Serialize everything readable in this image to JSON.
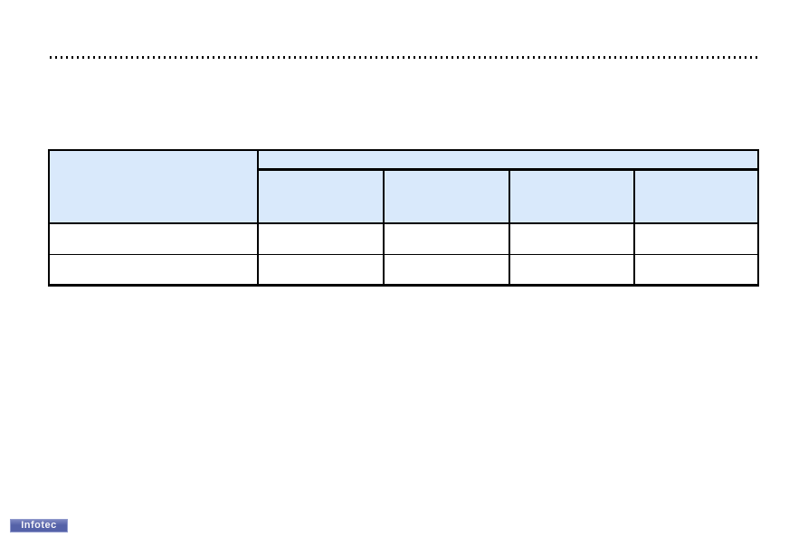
{
  "colors": {
    "page_background": "#ffffff",
    "table_header_fill": "#d9e9fb",
    "table_border": "#000000",
    "separator_dots": "#000000",
    "logo_background": "#5562a8",
    "logo_background_light": "#7c86c0",
    "logo_border": "#8f99cc",
    "logo_text_color": "#f4f4f8"
  },
  "separator": {
    "style": "dotted horizontal rule"
  },
  "table": {
    "columns": 5,
    "header_rows": 2,
    "data_rows": 2,
    "all_cells_empty": true
  },
  "footer": {
    "logo_text": "Infotec"
  }
}
